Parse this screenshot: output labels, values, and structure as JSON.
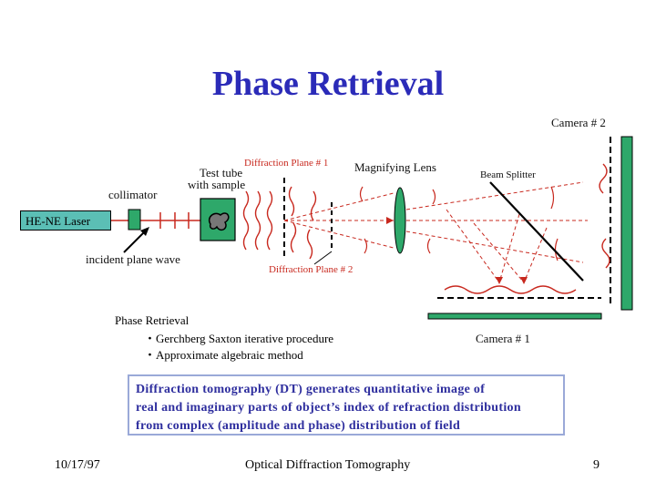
{
  "slide": {
    "title": "Phase Retrieval",
    "labels": {
      "camera2": "Camera # 2",
      "diffraction_plane1": "Diffraction Plane # 1",
      "test_tube": "Test tube",
      "with_sample": "with sample",
      "magnifying_lens": "Magnifying Lens",
      "beam_splitter": "Beam Splitter",
      "collimator": "collimator",
      "laser": "HE-NE Laser",
      "incident_plane_wave": "incident plane wave",
      "diffraction_plane2": "Diffraction Plane # 2",
      "camera1": "Camera # 1"
    },
    "phase_retrieval": {
      "heading": "Phase Retrieval",
      "items": [
        "・Gerchberg Saxton iterative procedure",
        "・Approximate algebraic method"
      ]
    },
    "dt_note": {
      "lines": [
        "Diffraction tomography (DT) generates quantitative image of",
        "real and imaginary parts of object’s index of refraction distribution",
        "from complex (amplitude and phase) distribution of field"
      ]
    },
    "footer": {
      "date": "10/17/97",
      "center": "Optical Diffraction Tomography",
      "page": "9"
    },
    "colors": {
      "title": "#2b2bb8",
      "beam": "#c8281e",
      "optic": "#2ea86a",
      "laser": "#5bbfb5",
      "note_text": "#2e2e9e",
      "note_border": "#9aa9d8"
    }
  }
}
